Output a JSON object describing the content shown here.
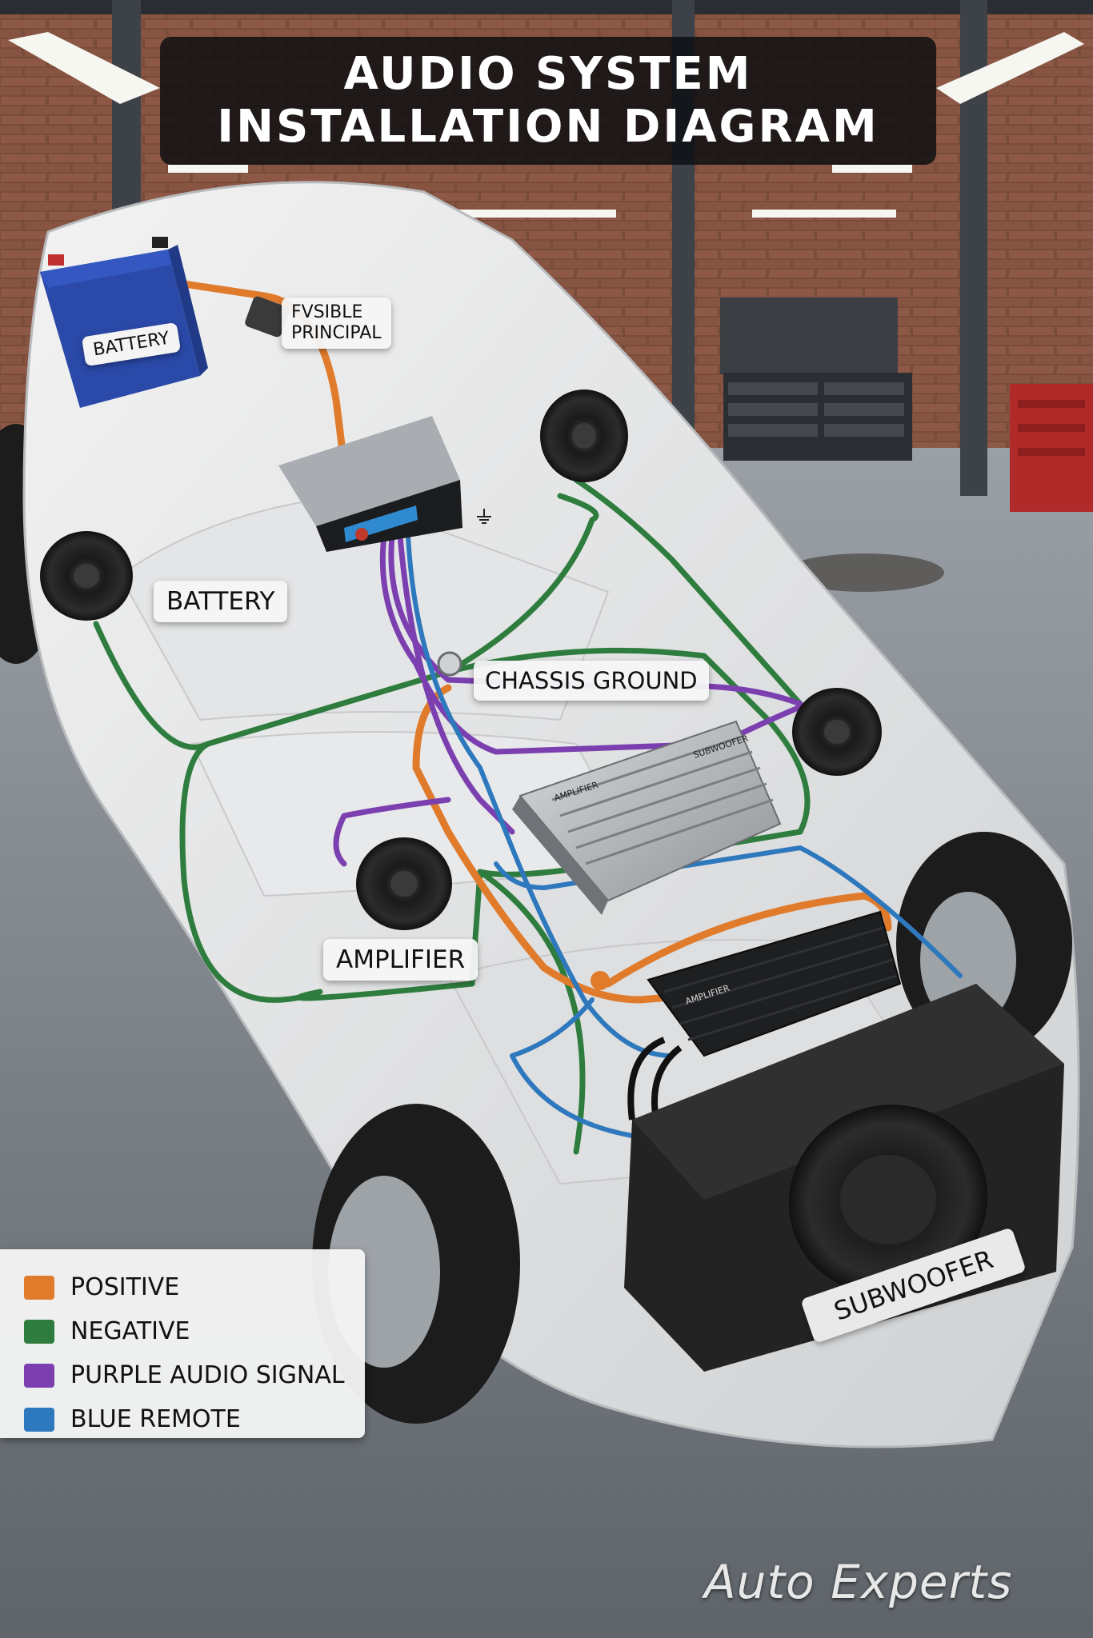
{
  "title": {
    "line1": "AUDIO SYSTEM",
    "line2": "INSTALLATION DIAGRAM"
  },
  "labels": {
    "battery_unit": "BATTERY",
    "fuse_line1": "FVSIBLE",
    "fuse_line2": "PRINCIPAL",
    "battery_floor": "BATTERY",
    "chassis_ground": "CHASSIS GROUND",
    "amplifier": "AMPLIFIER",
    "subwoofer": "SUBWOOFER",
    "amp_silver_left": "AMPLIFIER",
    "amp_silver_right": "SUBWOOFER",
    "amp_black": "AMPLIFIER"
  },
  "legend": [
    {
      "label": "POSITIVE",
      "color": "#e07b2c"
    },
    {
      "label": "NEGATIVE",
      "color": "#2f7d3e"
    },
    {
      "label": "PURPLE AUDIO SIGNAL",
      "color": "#7c3fb0"
    },
    {
      "label": "BLUE REMOTE",
      "color": "#2e78bd"
    }
  ],
  "brand": "Auto Experts",
  "colors": {
    "positive": "#e07b2c",
    "negative": "#2f7d3e",
    "audio": "#7c3fb0",
    "remote": "#2e78bd"
  }
}
